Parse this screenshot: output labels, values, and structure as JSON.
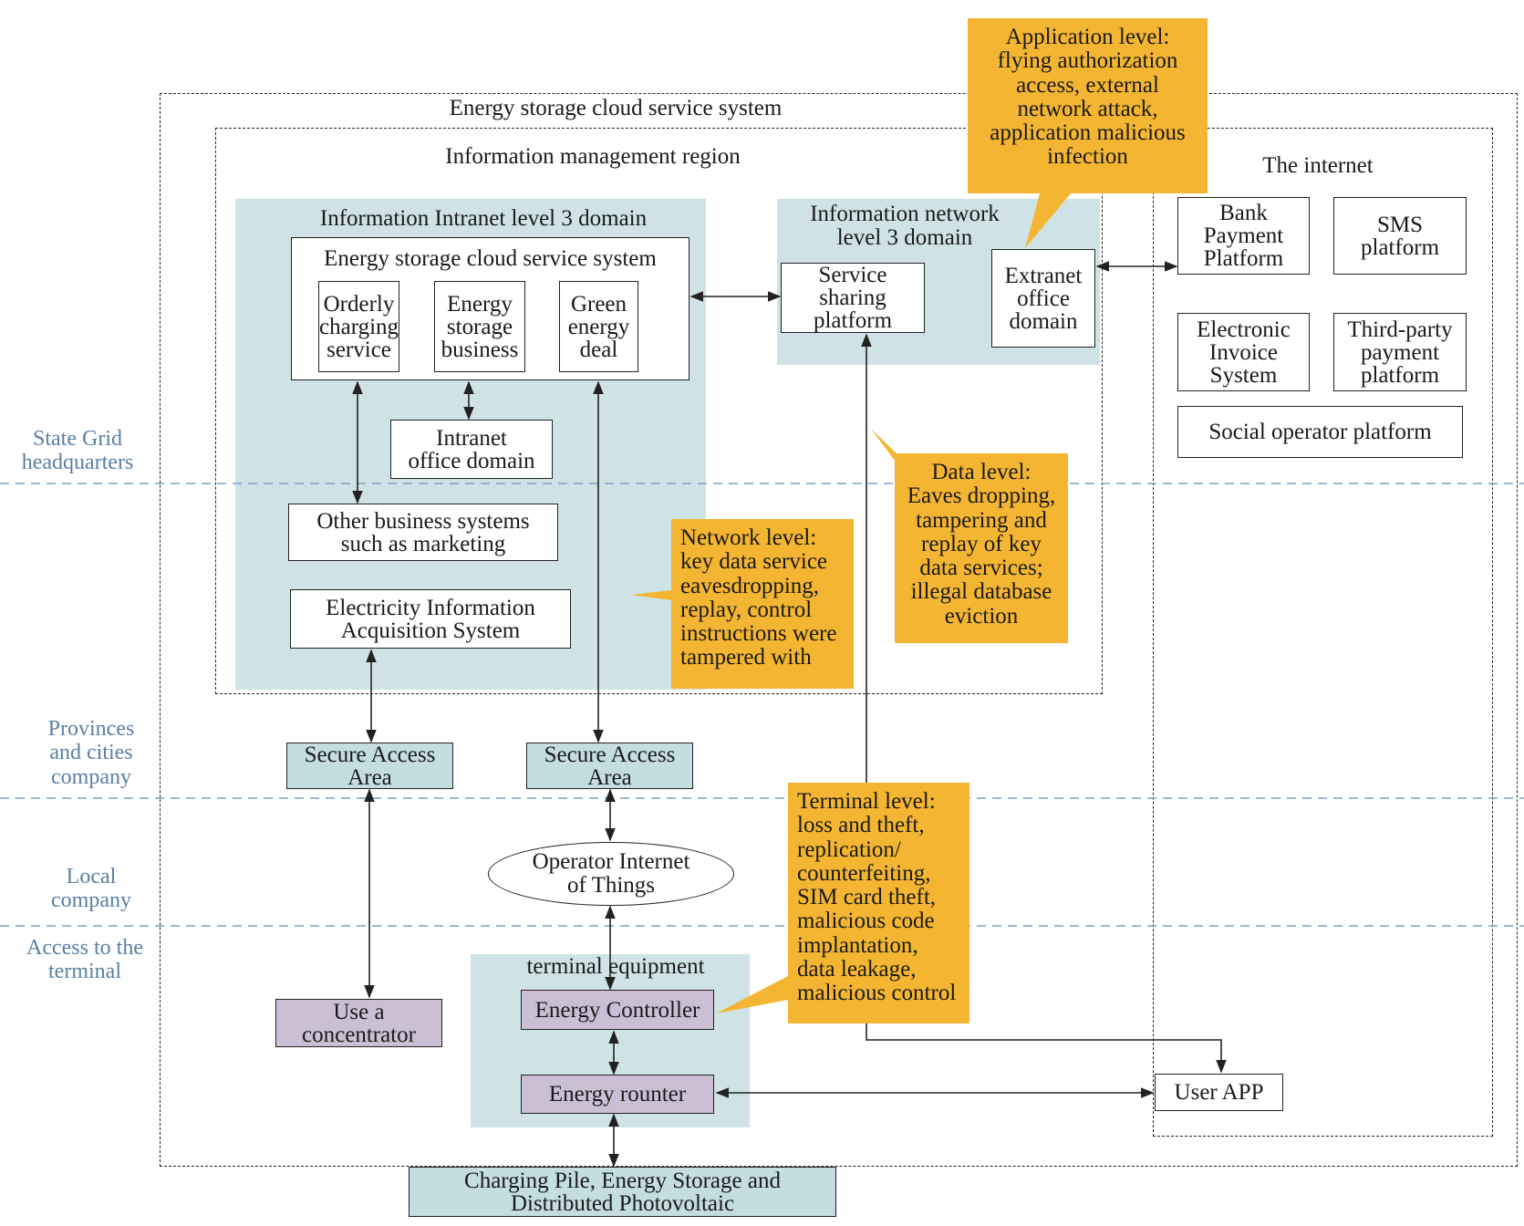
{
  "outer_system_title": "Energy storage cloud service system",
  "info_mgmt_title": "Information management region",
  "intranet_domain_title": "Information Intranet level 3 domain",
  "cloud_system_title": "Energy storage cloud service system",
  "cloud_modules": [
    "Orderly\ncharging\nservice",
    "Energy\nstorage\nbusiness",
    "Green\nenergy\ndeal"
  ],
  "intranet_office": "Intranet\noffice domain",
  "other_business": "Other business systems\nsuch as marketing",
  "electricity_info": "Electricity Information\nAcquisition System",
  "network_domain_title": "Information network\nlevel 3 domain",
  "service_sharing": "Service\nsharing\nplatform",
  "extranet_office": "Extranet\noffice\ndomain",
  "internet_title": "The internet",
  "internet_items": {
    "bank": "Bank\nPayment\nPlatform",
    "sms": "SMS\nplatform",
    "invoice": "Electronic\nInvoice\nSystem",
    "third_party": "Third-party\npayment\nplatform",
    "social": "Social operator platform"
  },
  "secure_access_1": "Secure Access\nArea",
  "secure_access_2": "Secure Access\nArea",
  "iot": "Operator Internet\nof Things",
  "terminal_title": "terminal equipment",
  "energy_controller": "Energy Controller",
  "energy_router": "Energy rounter",
  "concentrator": "Use a\nconcentrator",
  "user_app": "User APP",
  "charging_pile": "Charging Pile, Energy Storage and\nDistributed Photovoltaic",
  "side_labels": {
    "state_grid": "State Grid\nheadquarters",
    "provinces": "Provinces\nand cities\ncompany",
    "local": "Local\ncompany",
    "access": "Access to the\nterminal"
  },
  "callouts": {
    "application": "Application level:\nflying authorization\naccess, external\nnetwork attack,\napplication malicious\ninfection",
    "data": "Data level:\nEaves dropping,\ntampering and\nreplay of key\ndata services;\nillegal database\neviction",
    "network": "Network level:\nkey data service\neavesdropping,\nreplay, control\ninstructions were\ntampered with",
    "terminal": "Terminal level:\nloss and theft,\nreplication/\ncounterfeiting,\nSIM card theft,\nmalicious code\nimplantation,\ndata leakage,\nmalicious control"
  },
  "colors": {
    "region_fill": "#cfe3e6",
    "callout_fill": "#f4b532",
    "device_fill": "#cbbfd6",
    "side_label": "#5a7fa6"
  }
}
